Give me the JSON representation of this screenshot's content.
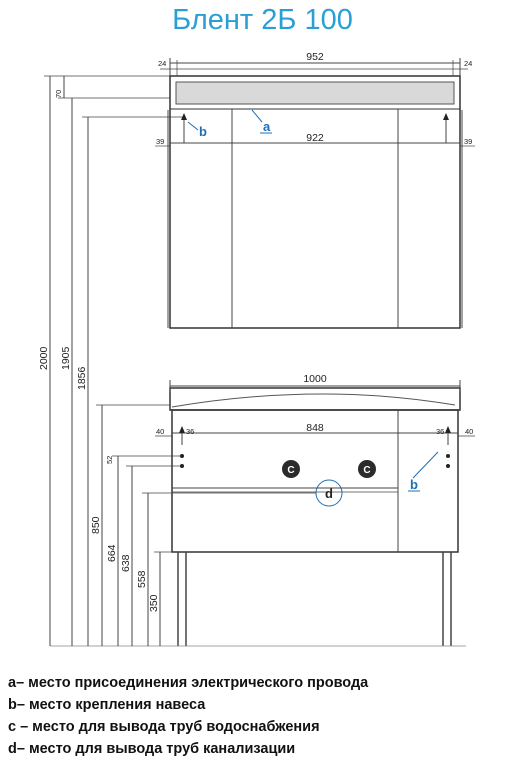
{
  "title": "Блент 2Б 100",
  "dimensions": {
    "mirror_width": "952",
    "mirror_side_left": "24",
    "mirror_side_right": "24",
    "mirror_inner_width": "922",
    "mirror_inner_offset_left": "39",
    "mirror_inner_offset_right": "39",
    "mirror_top_gap": "70",
    "cabinet_width": "1000",
    "cabinet_inner_width": "848",
    "cabinet_offset_left": "40",
    "cabinet_offset_right": "40",
    "mount_offset_left": "36",
    "mount_offset_right": "36",
    "small_dim": "52",
    "height_total": "2000",
    "height_1905": "1905",
    "height_1856": "1856",
    "height_850": "850",
    "height_664": "664",
    "height_638": "638",
    "height_558": "558",
    "height_350": "350"
  },
  "markers": {
    "a": "a",
    "b_mirror": "b",
    "b_cabinet": "b",
    "c_left": "C",
    "c_right": "C",
    "d": "d"
  },
  "legend": [
    "a– место присоединения электрического провода",
    "b– место крепления навеса",
    "c – место для вывода труб водоснабжения",
    "d– место для вывода труб канализации"
  ]
}
